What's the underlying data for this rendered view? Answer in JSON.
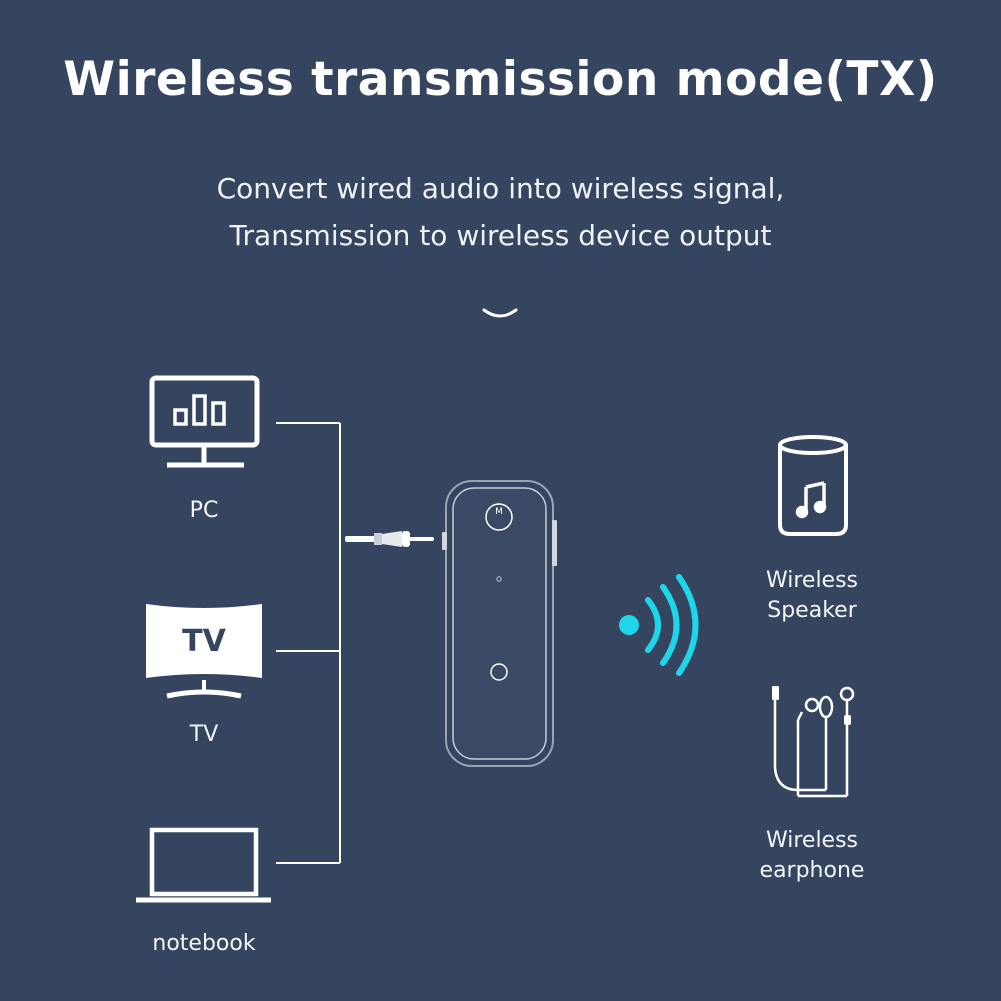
{
  "title": "Wireless transmission mode(TX)",
  "subtitle_lines": [
    "Convert wired audio into wireless signal,",
    "Transmission to wireless device output"
  ],
  "sources": {
    "pc": {
      "label": "PC",
      "icon": "monitor-icon"
    },
    "tv": {
      "label": "TV",
      "screen_text": "TV",
      "icon": "tv-icon"
    },
    "notebook": {
      "label": "notebook",
      "icon": "laptop-icon"
    }
  },
  "device": {
    "button_text": "M",
    "icon": "bluetooth-transmitter-icon"
  },
  "outputs": {
    "speaker": {
      "label_lines": [
        "Wireless",
        "Speaker"
      ],
      "icon": "speaker-icon"
    },
    "earphone": {
      "label_lines": [
        "Wireless",
        "earphone"
      ],
      "icon": "earphone-icon"
    }
  },
  "colors": {
    "background": "#36455f",
    "line": "#ffffff",
    "signal": "#1ed6ea"
  }
}
